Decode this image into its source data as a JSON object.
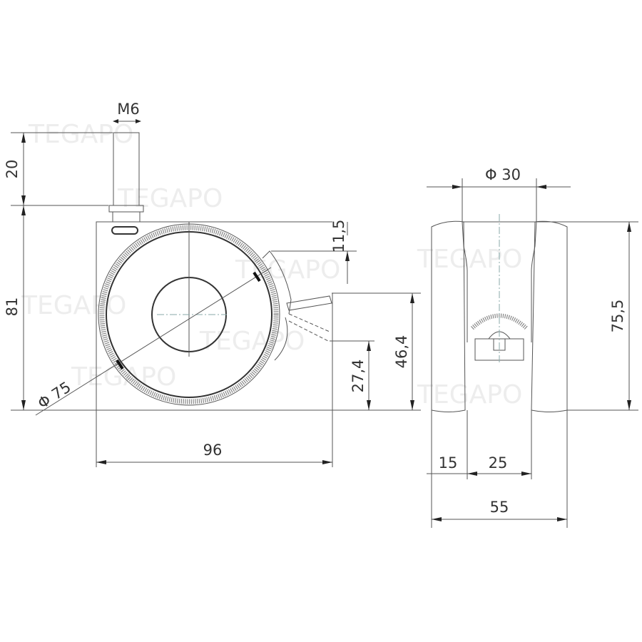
{
  "watermark": "TEGAPO",
  "side_view": {
    "thread_label": "M6",
    "stem_length": "20",
    "total_height": "81",
    "wheel_diameter": "Φ 75",
    "brake_offset_top": "11,5",
    "brake_height_upper": "46,4",
    "brake_height_lower": "27,4",
    "offset_length": "96"
  },
  "front_view": {
    "hub_diameter": "Φ 30",
    "wheel_height": "75,5",
    "tire_width": "15",
    "fork_width": "25",
    "total_width": "55"
  }
}
